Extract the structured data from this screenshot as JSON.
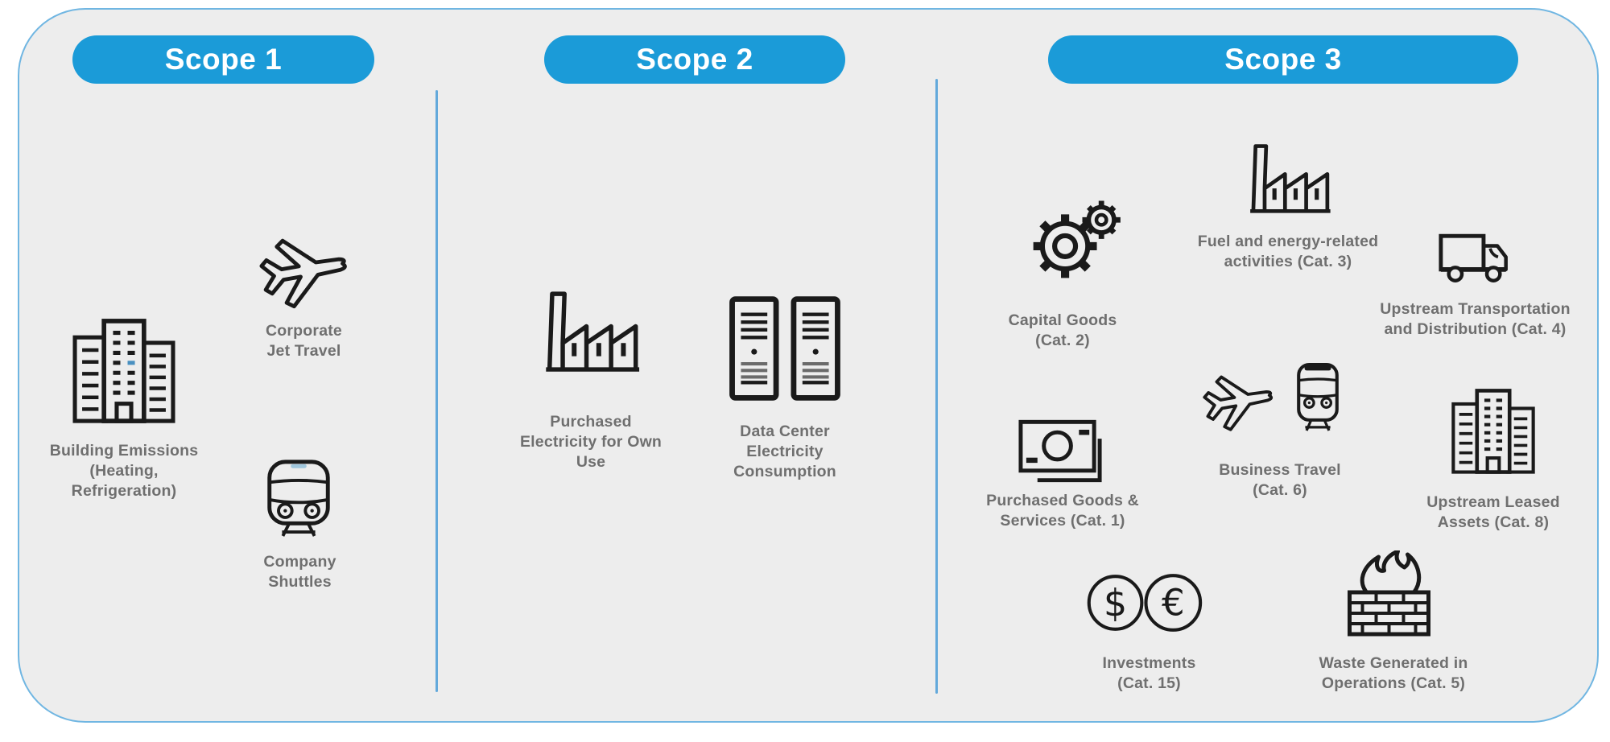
{
  "panel": {
    "background": "#EDEDED",
    "page_background": "#FFFFFF",
    "border_color": "#70B6E2",
    "header_pill_color": "#1B9BD8",
    "header_text_color": "#FFFFFF",
    "divider_color": "#63A9DB",
    "label_color": "#6F6F6F",
    "icon_stroke": "#1A1A1A",
    "accent_blue": "#4A90C0",
    "accent_light": "#9FC6DC"
  },
  "scopes": [
    {
      "label": "Scope 1",
      "items": [
        {
          "name": "building-emissions",
          "icon": "office-buildings",
          "label": "Building Emissions\n(Heating,\nRefrigeration)"
        },
        {
          "name": "corporate-jet-travel",
          "icon": "airplane",
          "label": "Corporate\nJet Travel"
        },
        {
          "name": "company-shuttles",
          "icon": "shuttle-bus",
          "label": "Company\nShuttles"
        }
      ]
    },
    {
      "label": "Scope 2",
      "items": [
        {
          "name": "purchased-electricity",
          "icon": "factory",
          "label": "Purchased\nElectricity for Own\nUse"
        },
        {
          "name": "data-center-electricity",
          "icon": "server-racks",
          "label": "Data Center\nElectricity\nConsumption"
        }
      ]
    },
    {
      "label": "Scope 3",
      "items": [
        {
          "name": "capital-goods",
          "icon": "gears",
          "label": "Capital Goods\n(Cat. 2)"
        },
        {
          "name": "fuel-energy-activities",
          "icon": "factory",
          "label": "Fuel and energy-related\nactivities (Cat. 3)"
        },
        {
          "name": "upstream-transportation",
          "icon": "truck",
          "label": "Upstream Transportation\nand Distribution (Cat. 4)"
        },
        {
          "name": "purchased-goods-services",
          "icon": "banknote",
          "label": "Purchased Goods &\nServices (Cat. 1)"
        },
        {
          "name": "business-travel",
          "icon": "airplane-train",
          "label": "Business Travel\n(Cat. 6)"
        },
        {
          "name": "upstream-leased-assets",
          "icon": "office-buildings",
          "label": "Upstream Leased\nAssets (Cat. 8)"
        },
        {
          "name": "investments",
          "icon": "currency-coins",
          "label": "Investments\n(Cat. 15)",
          "coin_symbols": [
            "$",
            "€"
          ]
        },
        {
          "name": "waste-generated",
          "icon": "fire-bricks",
          "label": "Waste Generated in\nOperations (Cat. 5)"
        }
      ]
    }
  ]
}
